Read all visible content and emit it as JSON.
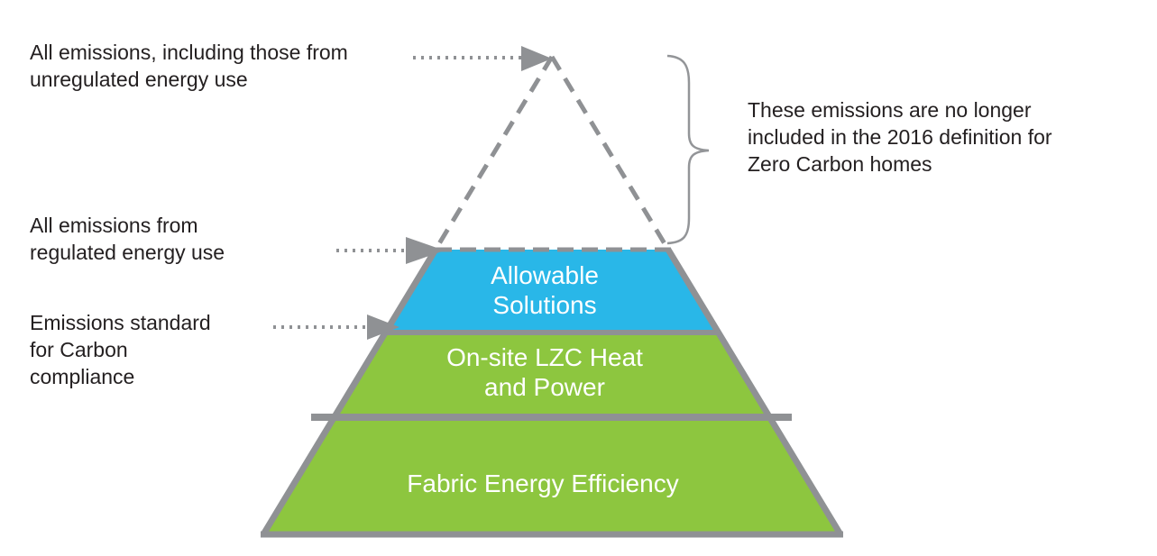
{
  "colors": {
    "blue": "#29b7e8",
    "green": "#8dc63f",
    "gray": "#8f9194",
    "text_dark": "#231f20",
    "text_light": "#ffffff"
  },
  "pyramid": {
    "layers": [
      {
        "name": "allowable-solutions",
        "lines": [
          "Allowable",
          "Solutions"
        ]
      },
      {
        "name": "onsite-lzc-heat-power",
        "lines": [
          "On-site LZC Heat",
          "and Power"
        ]
      },
      {
        "name": "fabric-energy-efficiency",
        "lines": [
          "Fabric Energy Efficiency"
        ]
      }
    ]
  },
  "annotations": {
    "unregulated": {
      "lines": [
        "All emissions, including those from",
        "unregulated energy use"
      ]
    },
    "regulated": {
      "lines": [
        "All emissions from",
        "regulated energy use"
      ]
    },
    "compliance": {
      "lines": [
        "Emissions standard",
        "for Carbon",
        "compliance"
      ]
    },
    "excluded_note": {
      "lines": [
        "These emissions are no longer",
        "included in the 2016 definition for",
        "Zero Carbon homes"
      ]
    }
  }
}
